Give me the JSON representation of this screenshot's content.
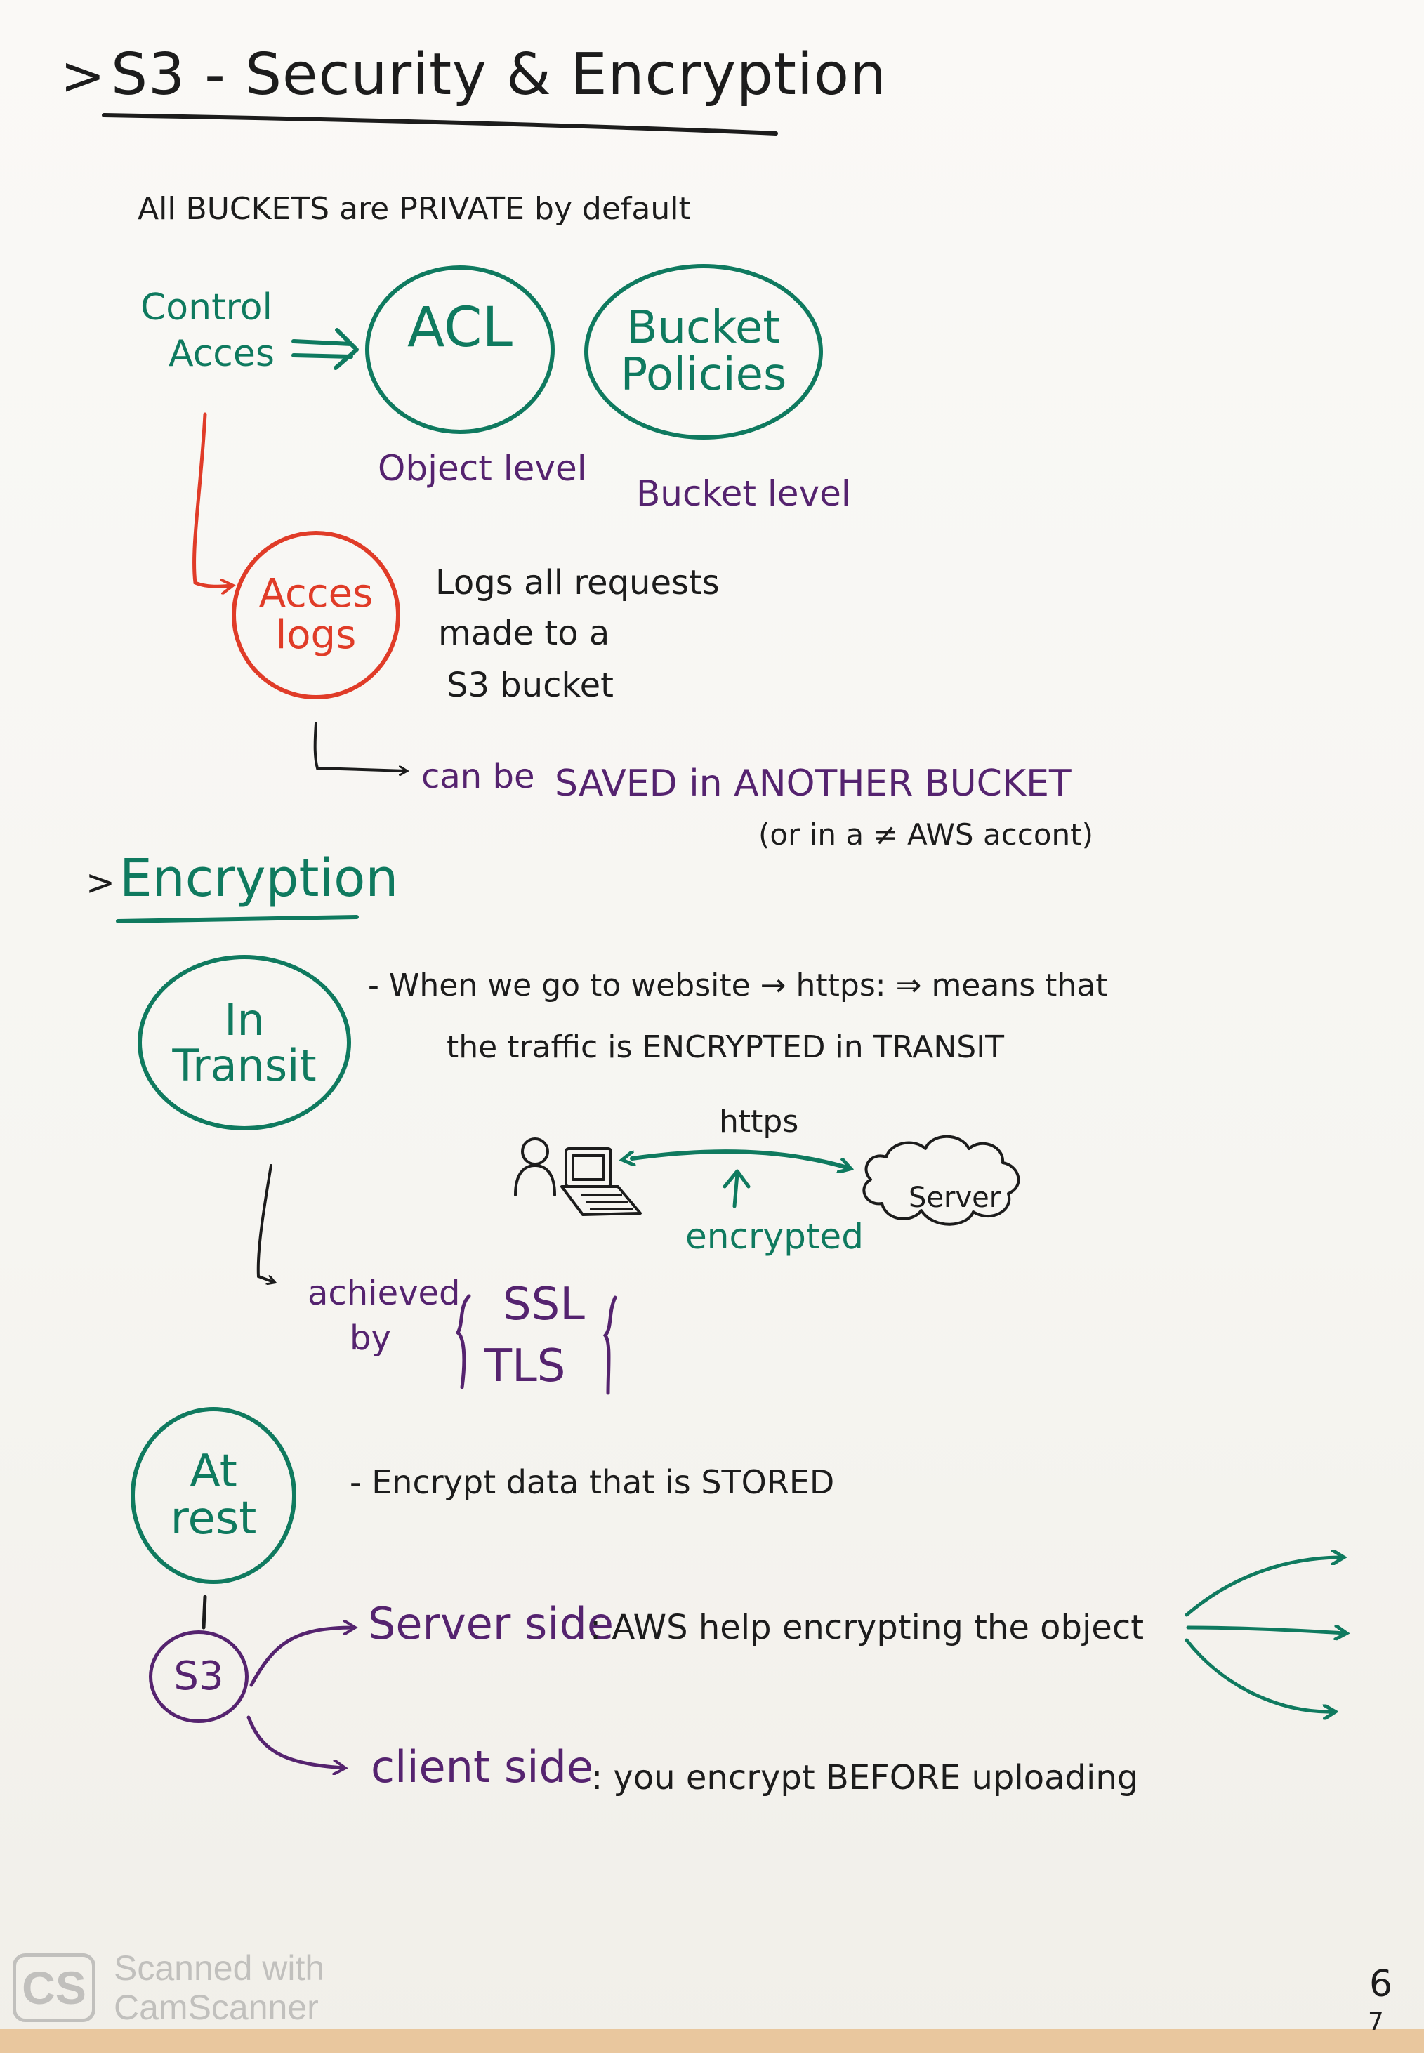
{
  "page": {
    "title": "S3 - Security & Encryption",
    "title_marker": ">",
    "page_number": "6",
    "page_number_extra": "7"
  },
  "intro": "All BUCKETS are PRIVATE by default",
  "access": {
    "control_line1": "Control",
    "control_line2": "Acces",
    "acl": "ACL",
    "acl_level": "Object level",
    "bucket_policies_line1": "Bucket",
    "bucket_policies_line2": "Policies",
    "bucket_level": "Bucket level",
    "access_logs_line1": "Acces",
    "access_logs_line2": "logs",
    "logs_desc_line1": "Logs all requests",
    "logs_desc_line2": "made to a",
    "logs_desc_line3": "S3 bucket",
    "saved_prefix": "can be",
    "saved_text": "SAVED in ANOTHER BUCKET",
    "saved_note": "(or in a ≠ AWS accont)"
  },
  "encryption": {
    "heading_marker": ">",
    "heading": "Encryption",
    "in_transit_line1": "In",
    "in_transit_line2": "Transit",
    "transit_line1": "- When we go to website → https: ⇒ means that",
    "transit_line2": "the traffic is ENCRYPTED in TRANSIT",
    "https_label": "https",
    "encrypted_label": "encrypted",
    "server_label": "Server",
    "achieved_line1": "achieved",
    "achieved_line2": "by",
    "protocol1": "SSL",
    "protocol2": "TLS",
    "at_rest_line1": "At",
    "at_rest_line2": "rest",
    "at_rest_desc": "- Encrypt data that is STORED",
    "s3_label": "S3",
    "server_side_label": "Server side",
    "server_side_desc": ": AWS help encrypting the object",
    "client_side_label": "client side",
    "client_side_desc": ": you encrypt BEFORE uploading"
  },
  "watermark": {
    "logo": "CS",
    "line1": "Scanned with",
    "line2": "CamScanner"
  },
  "colors": {
    "ink_black": "#1c1c1c",
    "ink_green": "#0f7a5f",
    "ink_purple": "#55236f",
    "ink_red": "#e03c28"
  }
}
